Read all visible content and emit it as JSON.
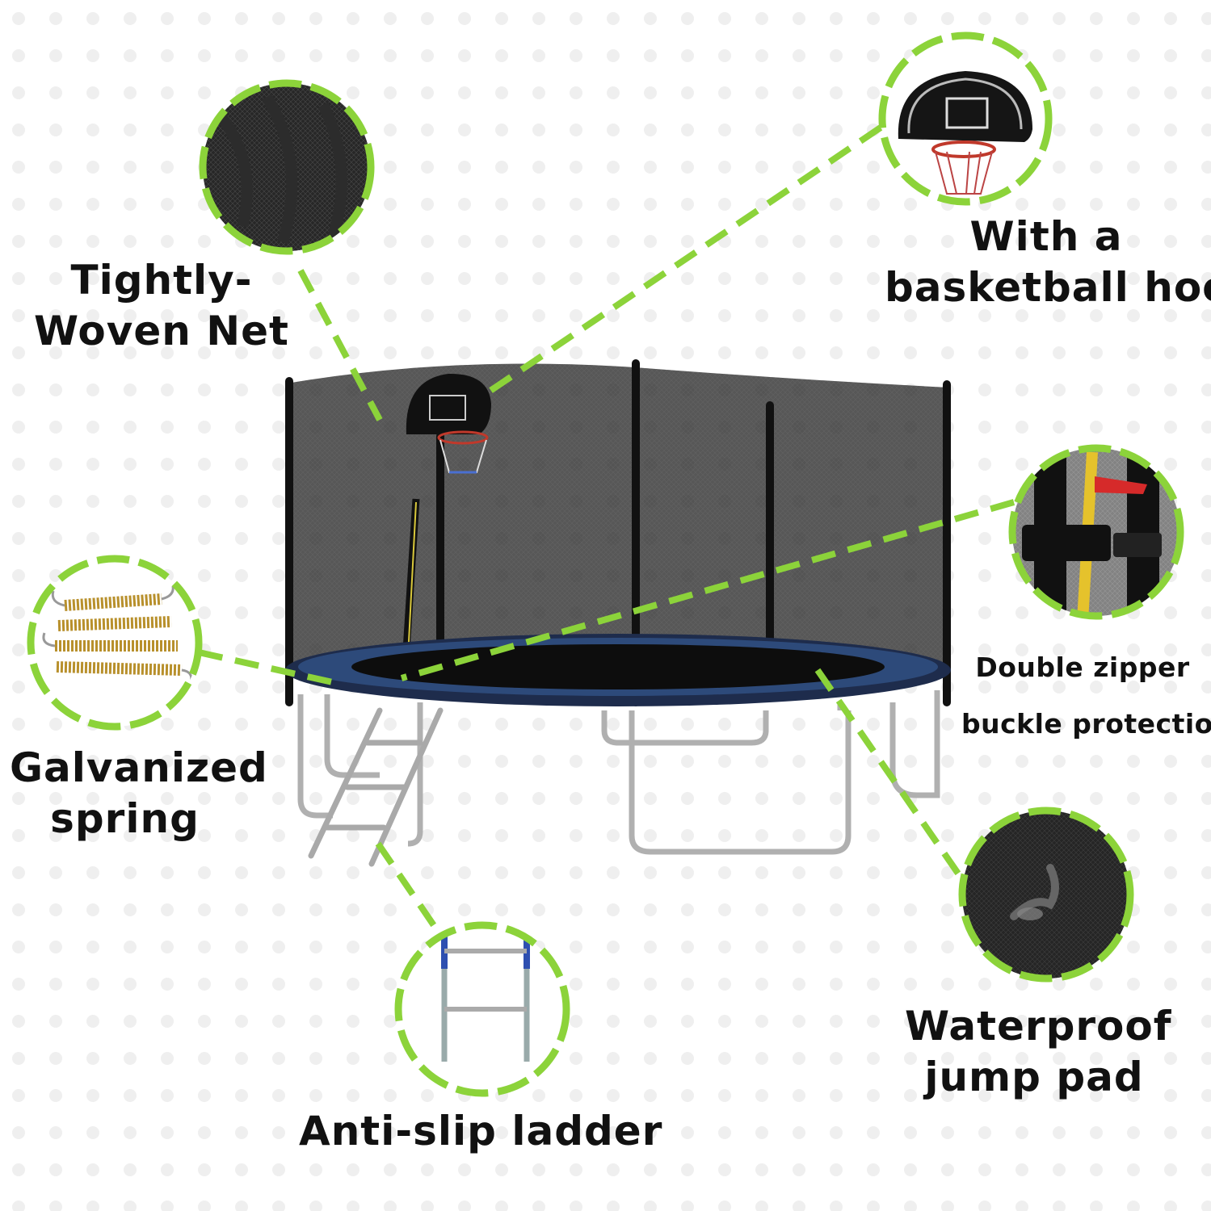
{
  "colors": {
    "accent": "#8cd33a",
    "net": "#2b2b2b",
    "pad": "#1c2a45",
    "frame": "#b8b8b8",
    "dots": "#eeeeee"
  },
  "features": {
    "net": {
      "line1": "Tightly-",
      "line2": "Woven Net",
      "icon": "net-icon"
    },
    "hoop": {
      "line1": "With a",
      "line2": "basketball hoop",
      "icon": "basketball-hoop-icon"
    },
    "zipper": {
      "line1": "Double zipper",
      "line2": "buckle protection",
      "icon": "zipper-buckle-icon"
    },
    "spring": {
      "line1": "Galvanized",
      "line2": "spring",
      "icon": "spring-icon"
    },
    "ladder": {
      "line1": "Anti-slip ladder",
      "icon": "ladder-icon"
    },
    "pad": {
      "line1": "Waterproof",
      "line2": "jump pad",
      "icon": "jump-pad-icon"
    }
  }
}
